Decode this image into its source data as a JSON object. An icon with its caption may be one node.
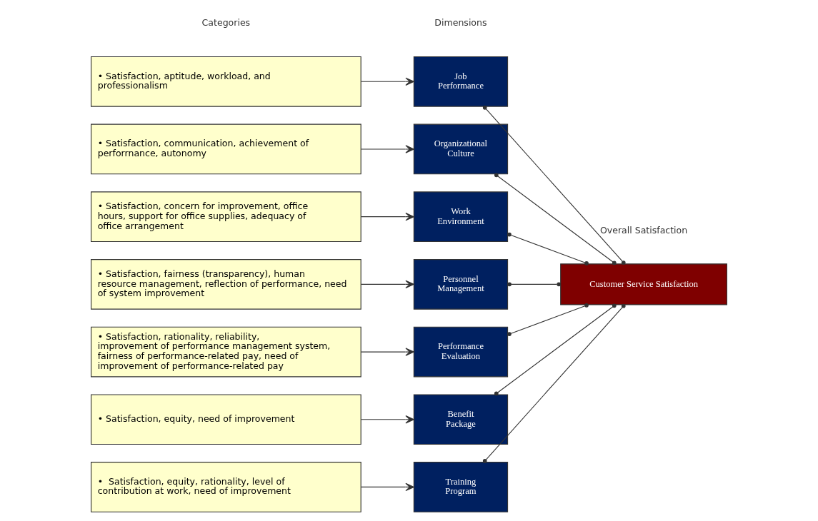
{
  "diagram": {
    "nodes": [
      {
        "text": [
          "• Satisfaction, aptitude, workload, and professionalism"
        ]
      },
      {
        "text": [
          "• Satisfaction, communication, achievement of perforrnance, autonomy"
        ]
      },
      {
        "text": [
          "• Satisfaction, concern for improvement, office hours, support for office supplies, adequacy of office arrangement"
        ]
      },
      {
        "text": [
          "• Satisfaction, fairness (transparency), human resource management, reflection of performance, need of system improvement"
        ]
      },
      {
        "text": [
          "• Satisfaction, rationality, reliability, improvement of performance management system, fairness of performance-related pay, need of improvement of performance-related pay"
        ]
      },
      {
        "text": [
          "• Satisfaction, equity, need of improvement"
        ]
      },
      {
        "text": [
          "•  Satisfaction, equity, rationality, level of contribution at work, need of improvement"
        ]
      },
      {
        "text": [
          "Job Performance"
        ]
      },
      {
        "text": [
          "Organizational Culture"
        ]
      },
      {
        "text": [
          "Work Environment"
        ]
      },
      {
        "text": [
          "Personnel Management"
        ]
      },
      {
        "text": [
          "Performance Evaluation"
        ]
      },
      {
        "text": [
          "Benefit Package"
        ]
      },
      {
        "text": [
          "Training Program"
        ]
      },
      {
        "text": [
          "Customer Service Satisfaction"
        ]
      }
    ],
    "edges": [
      {
        "from": 0,
        "to": 7,
        "arrow": "to"
      },
      {
        "from": 1,
        "to": 8,
        "arrow": "to"
      },
      {
        "from": 2,
        "to": 9,
        "arrow": "to"
      },
      {
        "from": 3,
        "to": 10,
        "arrow": "to"
      },
      {
        "from": 4,
        "to": 11,
        "arrow": "to"
      },
      {
        "from": 5,
        "to": 12,
        "arrow": "to"
      },
      {
        "from": 6,
        "to": 13,
        "arrow": "to"
      },
      {
        "from": 7,
        "to": 14,
        "arrow": "other"
      },
      {
        "from": 8,
        "to": 14,
        "arrow": "other"
      },
      {
        "from": 9,
        "to": 14,
        "arrow": "other"
      },
      {
        "from": 10,
        "to": 14,
        "arrow": "other"
      },
      {
        "from": 11,
        "to": 14,
        "arrow": "other"
      },
      {
        "from": 12,
        "to": 14,
        "arrow": "other"
      },
      {
        "from": 13,
        "to": 14,
        "arrow": "other"
      }
    ],
    "labels": [
      "Categories",
      "Dimensions",
      "Overall Satisfaction"
    ]
  }
}
